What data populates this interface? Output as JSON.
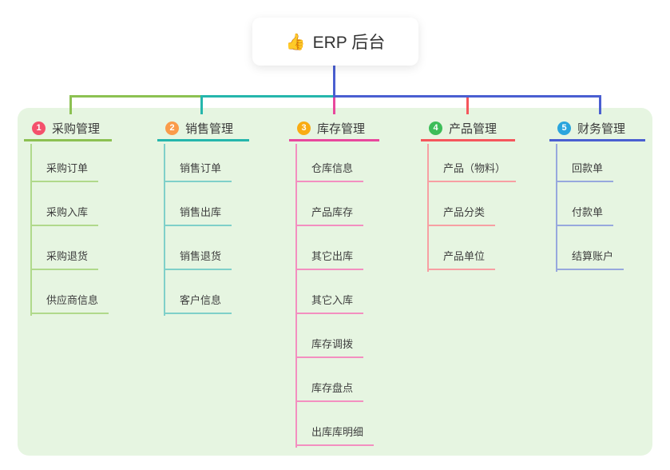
{
  "root": {
    "icon": "👍",
    "label": "ERP 后台"
  },
  "colors": {
    "canvas_bg": "#ffffff",
    "panel_bg": "#e6f5e1",
    "root_connector": "#4a5fd1",
    "text_dark": "#3a3a3a"
  },
  "branches": [
    {
      "num": "1",
      "label": "采购管理",
      "badge_color": "#f4516c",
      "line_color": "#8cc152",
      "child_line_color": "#b0d98b",
      "children": [
        "采购订单",
        "采购入库",
        "采购退货",
        "供应商信息"
      ]
    },
    {
      "num": "2",
      "label": "销售管理",
      "badge_color": "#fa9b4a",
      "line_color": "#25b6ac",
      "child_line_color": "#7fd0c9",
      "children": [
        "销售订单",
        "销售出库",
        "销售退货",
        "客户信息"
      ]
    },
    {
      "num": "3",
      "label": "库存管理",
      "badge_color": "#f9ac13",
      "line_color": "#e8489d",
      "child_line_color": "#f38fc0",
      "children": [
        "仓库信息",
        "产品库存",
        "其它出库",
        "其它入库",
        "库存调拨",
        "库存盘点",
        "出库库明细"
      ]
    },
    {
      "num": "4",
      "label": "产品管理",
      "badge_color": "#3dbd59",
      "line_color": "#f5565c",
      "child_line_color": "#f79fa3",
      "children": [
        "产品（物料）",
        "产品分类",
        "产品单位"
      ]
    },
    {
      "num": "5",
      "label": "财务管理",
      "badge_color": "#2aa5dd",
      "line_color": "#4a5fd1",
      "child_line_color": "#97a8dd",
      "children": [
        "回款单",
        "付款单",
        "结算账户"
      ]
    }
  ]
}
